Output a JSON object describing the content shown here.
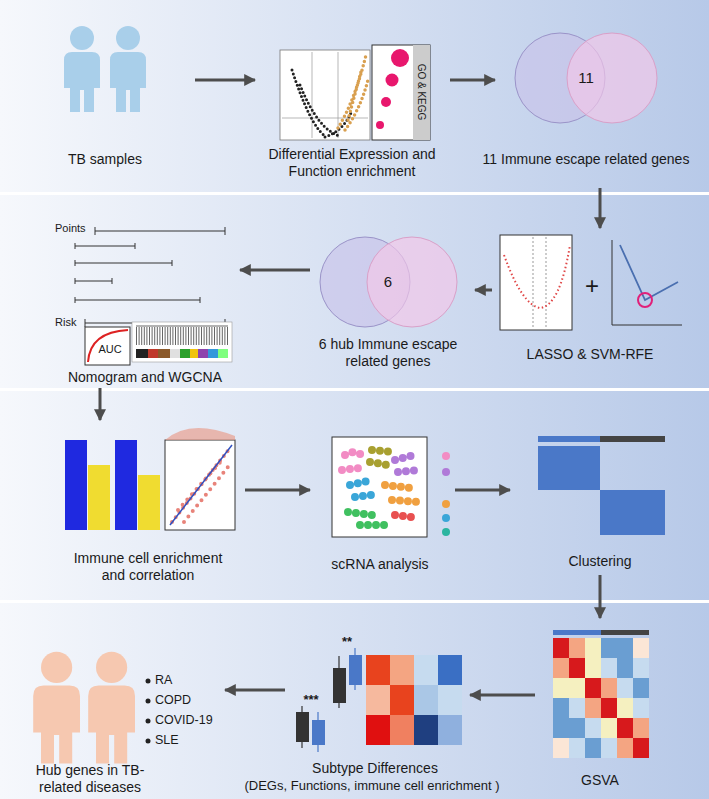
{
  "diagram": {
    "nodes": [
      {
        "text": [
          "TB samples"
        ]
      },
      {
        "text": [
          "GO & KEGG",
          "Differential Expression and Function enrichment"
        ]
      },
      {
        "text": [
          "11",
          "11 Immune escape related genes"
        ]
      },
      {
        "text": [
          "+",
          "LASSO & SVM-RFE"
        ]
      },
      {
        "text": [
          "6",
          "6 hub Immune escape related genes"
        ]
      },
      {
        "text": [
          "Points",
          "Risk",
          "AUC",
          "Nomogram and WGCNA"
        ]
      },
      {
        "text": [
          "Immune cell enrichment and correlation"
        ]
      },
      {
        "text": [
          "scRNA analysis"
        ]
      },
      {
        "text": [
          "Clustering"
        ]
      },
      {
        "text": [
          "GSVA"
        ]
      },
      {
        "text": [
          "***",
          "**",
          "Subtype Differences",
          "(DEGs, Functions, immune cell enrichment )"
        ]
      },
      {
        "text": [
          "RA",
          "COPD",
          "COVID-19",
          "SLE",
          "Hub genes in TB-related diseases"
        ]
      }
    ],
    "edges": [
      {
        "from": 0,
        "to": 1,
        "arrow": "to"
      },
      {
        "from": 1,
        "to": 2,
        "arrow": "to"
      },
      {
        "from": 2,
        "to": 3,
        "arrow": "to"
      },
      {
        "from": 3,
        "to": 4,
        "arrow": "to"
      },
      {
        "from": 4,
        "to": 5,
        "arrow": "to"
      },
      {
        "from": 5,
        "to": 6,
        "arrow": "to"
      },
      {
        "from": 6,
        "to": 7,
        "arrow": "to"
      },
      {
        "from": 7,
        "to": 8,
        "arrow": "to"
      },
      {
        "from": 8,
        "to": 9,
        "arrow": "to"
      },
      {
        "from": 9,
        "to": 10,
        "arrow": "to"
      },
      {
        "from": 10,
        "to": 11,
        "arrow": "to"
      }
    ]
  }
}
